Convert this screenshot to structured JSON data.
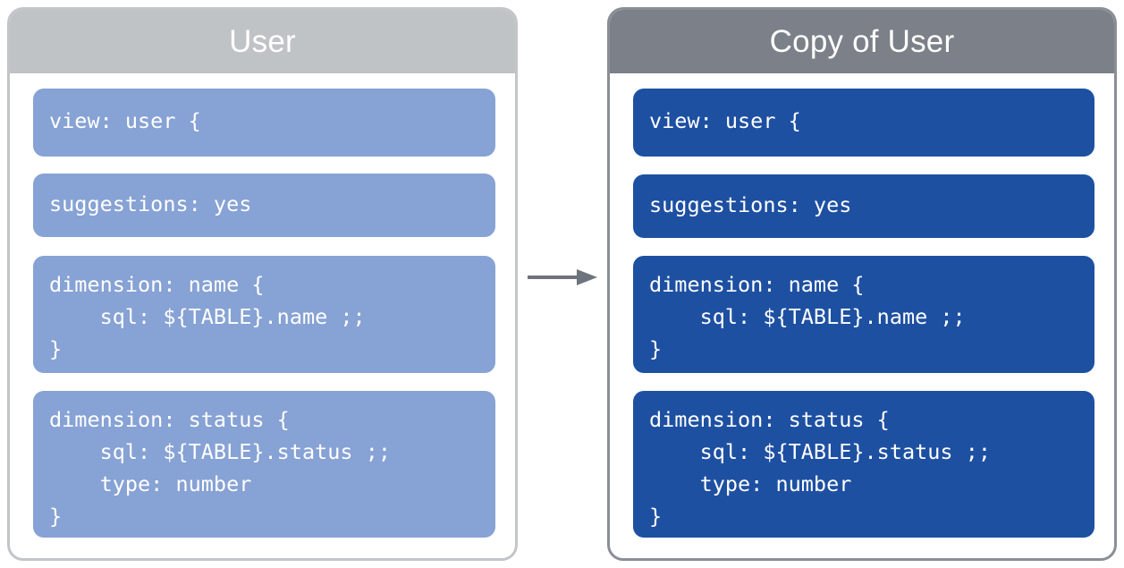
{
  "diagram": {
    "type": "before-after-copy",
    "arrow": {
      "name": "right-arrow",
      "direction": "right",
      "color": "#6e747d"
    },
    "colors": {
      "left_header_gray": "#c0c3c6",
      "right_header_gray": "#7c8088",
      "left_block_blue": "#87a2d4",
      "right_block_blue": "#1e50a2",
      "left_border_gray": "#c2c5c9",
      "right_border_gray": "#8a8f96",
      "text_white": "#ffffff",
      "background": "#ffffff"
    },
    "panels": [
      {
        "id": "source",
        "title": "User",
        "blocks": [
          {
            "id": "view",
            "text": "view: user {"
          },
          {
            "id": "suggestions",
            "text": "suggestions: yes"
          },
          {
            "id": "dimension-name",
            "text": "dimension: name {\n    sql: ${TABLE}.name ;;\n}"
          },
          {
            "id": "dimension-status",
            "text": "dimension: status {\n    sql: ${TABLE}.status ;;\n    type: number\n}"
          }
        ]
      },
      {
        "id": "copy",
        "title": "Copy of User",
        "blocks": [
          {
            "id": "view",
            "text": "view: user {"
          },
          {
            "id": "suggestions",
            "text": "suggestions: yes"
          },
          {
            "id": "dimension-name",
            "text": "dimension: name {\n    sql: ${TABLE}.name ;;\n}"
          },
          {
            "id": "dimension-status",
            "text": "dimension: status {\n    sql: ${TABLE}.status ;;\n    type: number\n}"
          }
        ]
      }
    ]
  }
}
